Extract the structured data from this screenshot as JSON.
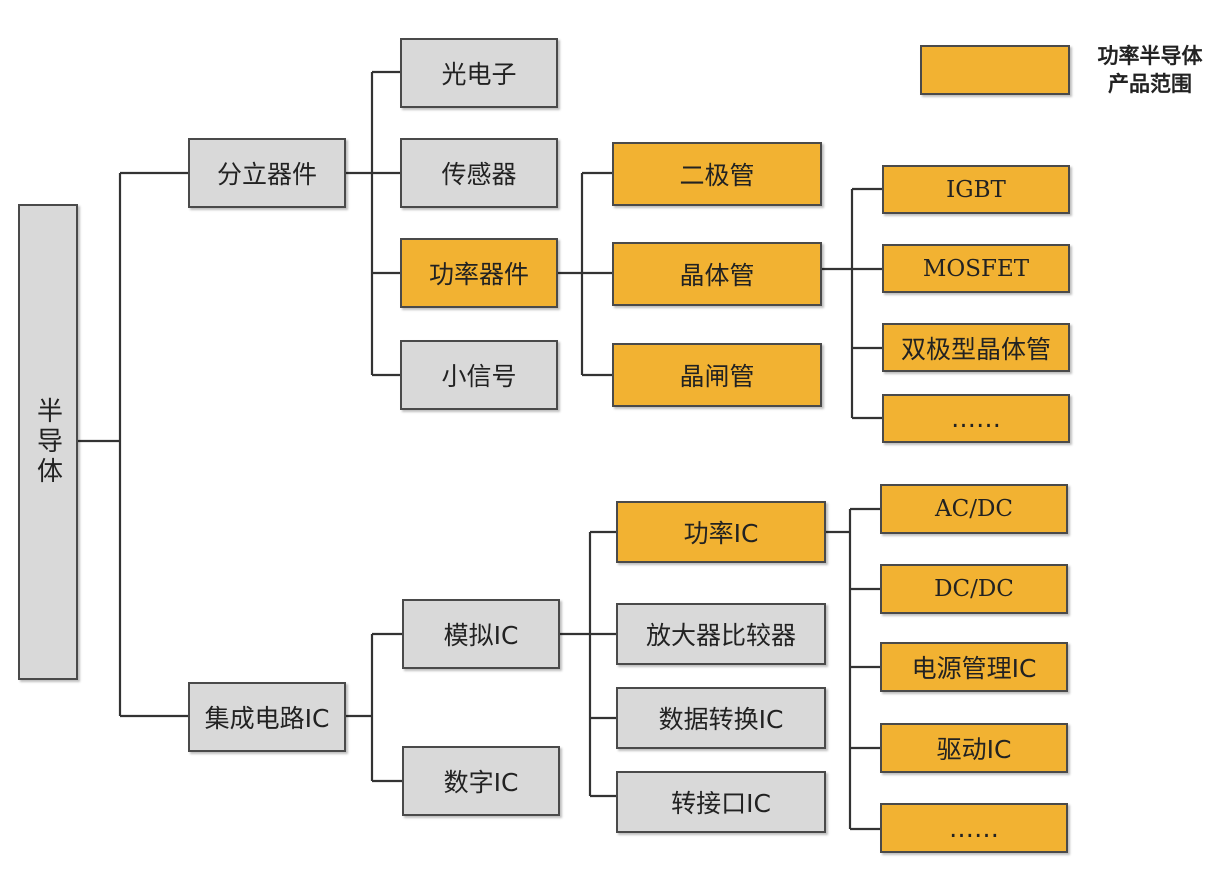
{
  "colors": {
    "in_scope": "#f2b232",
    "out_of_scope": "#d9d9d9",
    "line": "#333333"
  },
  "legend": {
    "line1": "功率半导体",
    "line2": "产品范围"
  },
  "nodes": {
    "root": "半导体",
    "discrete": "分立器件",
    "ic": "集成电路IC",
    "optoelectronics": "光电子",
    "sensor": "传感器",
    "power_device": "功率器件",
    "small_signal": "小信号",
    "diode": "二极管",
    "transistor": "晶体管",
    "thyristor": "晶闸管",
    "igbt": "IGBT",
    "mosfet": "MOSFET",
    "bjt": "双极型晶体管",
    "transistor_more": "……",
    "analog_ic": "模拟IC",
    "digital_ic": "数字IC",
    "power_ic": "功率IC",
    "amp_comparator": "放大器比较器",
    "data_converter": "数据转换IC",
    "interface_ic": "转接口IC",
    "acdc": "AC/DC",
    "dcdc": "DC/DC",
    "pmic": "电源管理IC",
    "driver_ic": "驱动IC",
    "power_ic_more": "……"
  }
}
